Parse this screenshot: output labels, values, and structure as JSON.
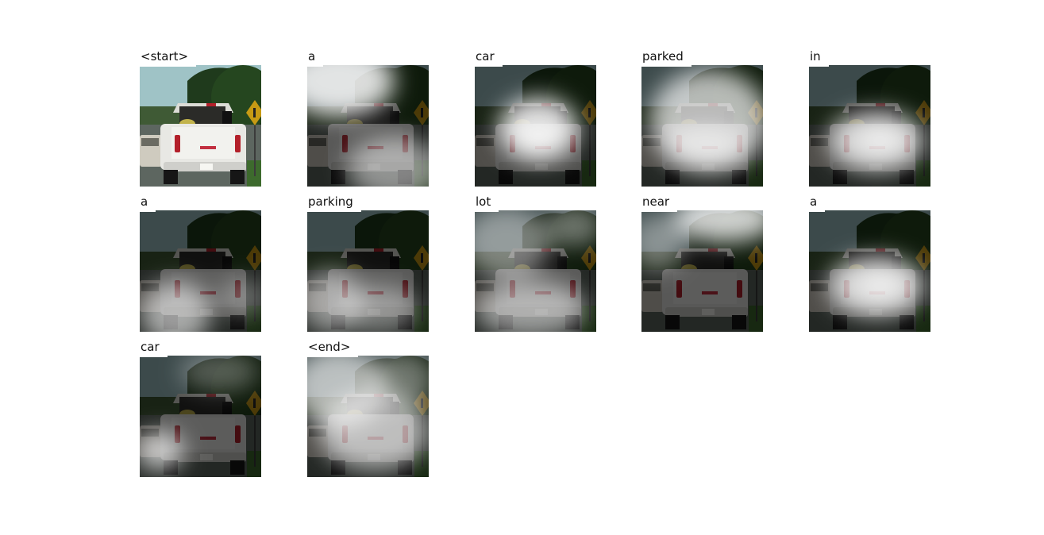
{
  "figure": {
    "frames": [
      {
        "word": "<start>",
        "attention": "none"
      },
      {
        "word": "a",
        "attention": "sky-upper-left"
      },
      {
        "word": "car",
        "attention": "truck-tailgate-center"
      },
      {
        "word": "parked",
        "attention": "truck-body-wide"
      },
      {
        "word": "in",
        "attention": "tailgate-center"
      },
      {
        "word": "a",
        "attention": "lower-left"
      },
      {
        "word": "parking",
        "attention": "lower-left-road"
      },
      {
        "word": "lot",
        "attention": "diffuse-surroundings"
      },
      {
        "word": "near",
        "attention": "upper-right-sky"
      },
      {
        "word": "a",
        "attention": "tailgate-center"
      },
      {
        "word": "car",
        "attention": "lower-left-corner"
      },
      {
        "word": "<end>",
        "attention": "diffuse-whole"
      }
    ],
    "colors": {
      "sky": "#9fc3c6",
      "trees": "#1f3a1c",
      "road": "#5d6660",
      "truck": "#e8e8e4",
      "taillight": "#b3202a",
      "sign": "#c79a14",
      "overlay_dark": "#000000",
      "overlay_light": "#ffffff"
    }
  }
}
